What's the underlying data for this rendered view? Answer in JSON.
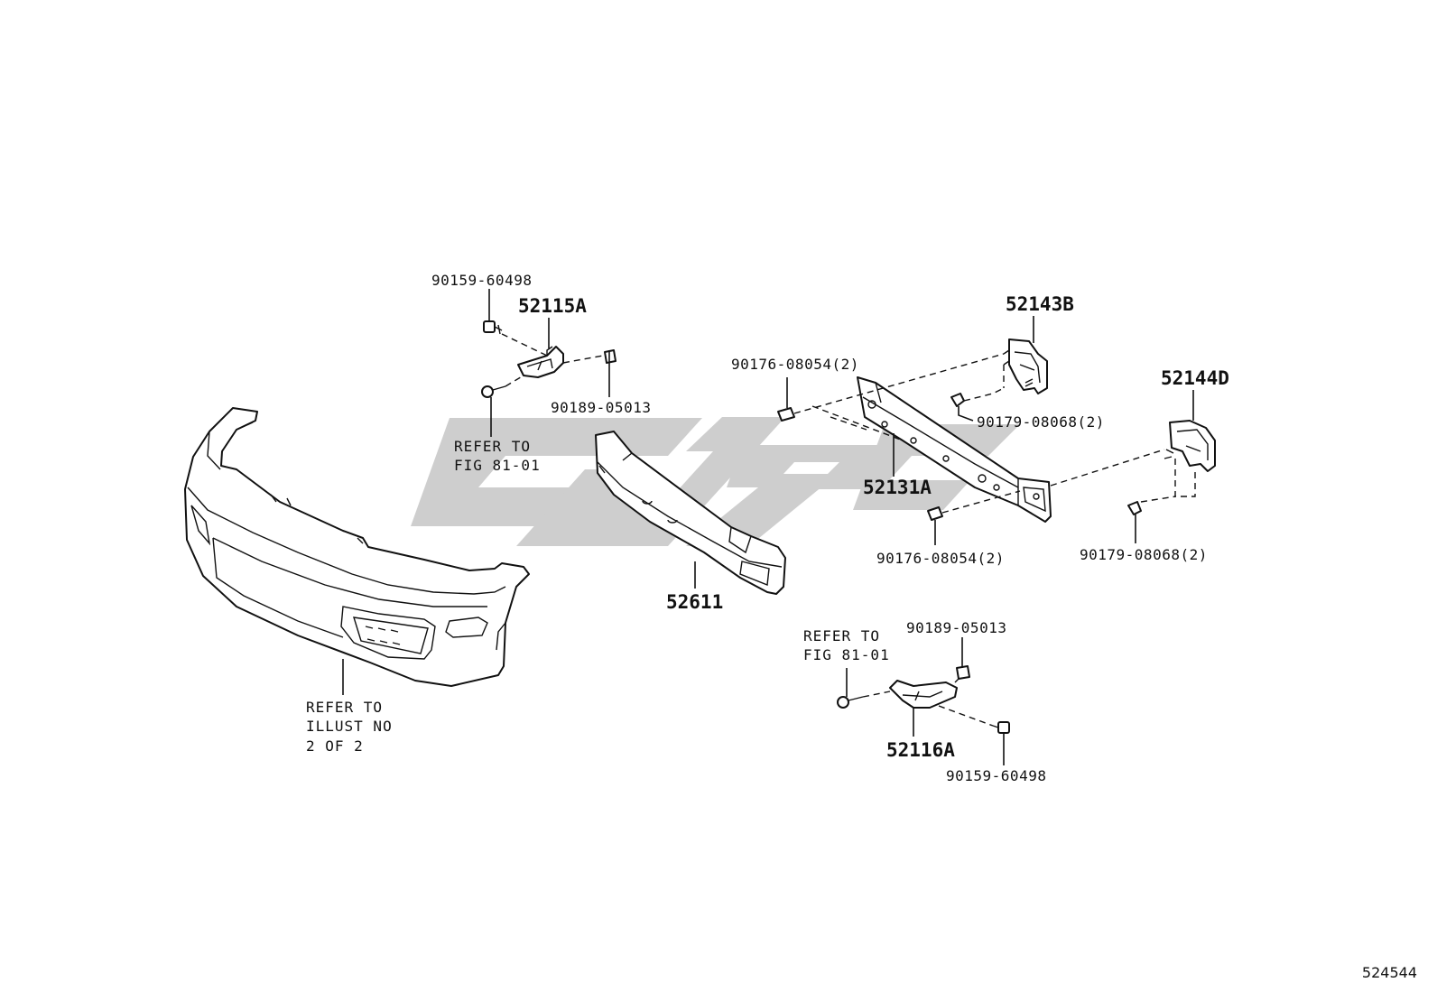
{
  "watermark": {
    "name": "watermark-logo",
    "color": "#c4c4c4"
  },
  "illustration_id": "524544",
  "labels": {
    "p90159_top": "90159-60498",
    "p52115A": "52115A",
    "p90189_top": "90189-05013",
    "refer_top_1": "REFER TO",
    "refer_top_2": "FIG 81-01",
    "p52143B": "52143B",
    "p90176_top": "90176-08054(2)",
    "p90179_top": "90179-08068(2)",
    "p52144D": "52144D",
    "p52131A": "52131A",
    "p90176_bottom": "90176-08054(2)",
    "p90179_bottom": "90179-08068(2)",
    "p52611": "52611",
    "refer_bumper_1": "REFER TO",
    "refer_bumper_2": "ILLUST NO",
    "refer_bumper_3": "2 OF 2",
    "refer_low_1": "REFER TO",
    "refer_low_2": "FIG 81-01",
    "p90189_low": "90189-05013",
    "p52116A": "52116A",
    "p90159_low": "90159-60498"
  }
}
